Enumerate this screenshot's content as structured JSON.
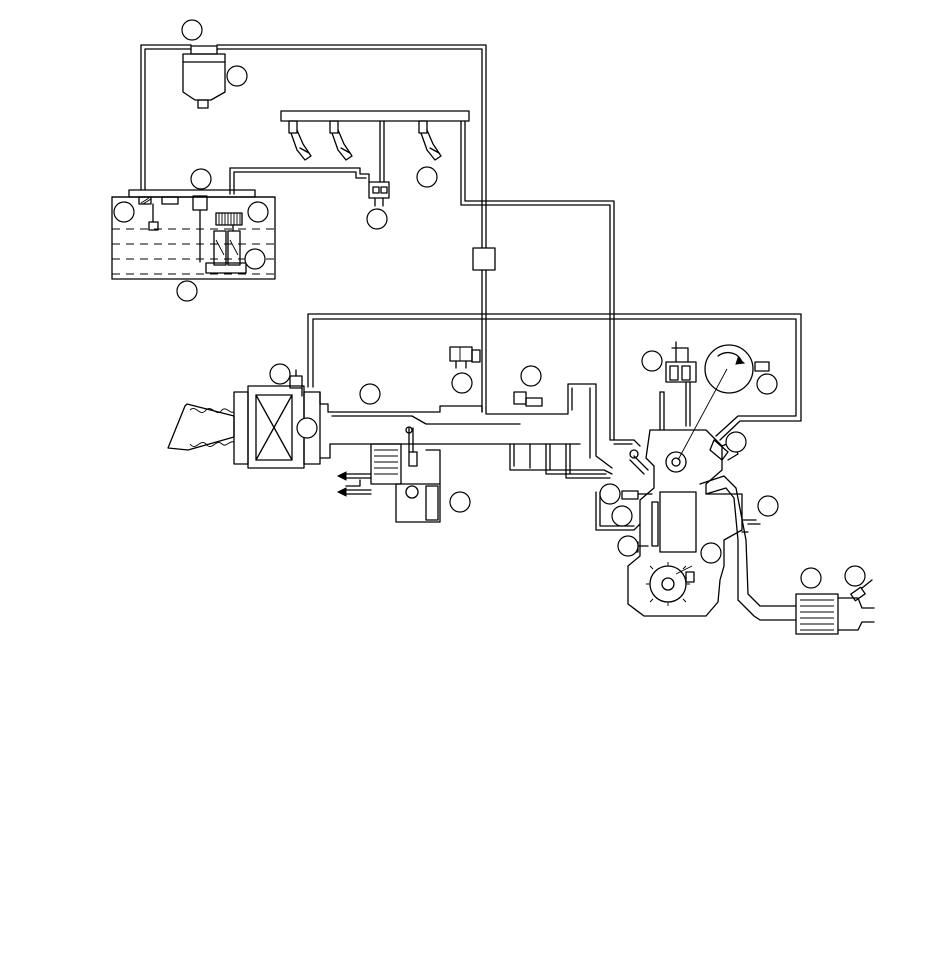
{
  "diagram": {
    "callouts": [
      {
        "id": "c1"
      },
      {
        "id": "c2"
      },
      {
        "id": "c3"
      },
      {
        "id": "c4"
      },
      {
        "id": "c5"
      },
      {
        "id": "c6"
      },
      {
        "id": "c7"
      },
      {
        "id": "c8"
      },
      {
        "id": "c9"
      },
      {
        "id": "c10"
      },
      {
        "id": "c11"
      },
      {
        "id": "c12"
      },
      {
        "id": "c13"
      },
      {
        "id": "c14"
      },
      {
        "id": "c15"
      },
      {
        "id": "c16"
      },
      {
        "id": "c17"
      },
      {
        "id": "c18"
      },
      {
        "id": "c19"
      },
      {
        "id": "c20"
      },
      {
        "id": "c21"
      },
      {
        "id": "c22"
      },
      {
        "id": "c23"
      },
      {
        "id": "c24"
      },
      {
        "id": "c25"
      },
      {
        "id": "c26"
      }
    ]
  }
}
